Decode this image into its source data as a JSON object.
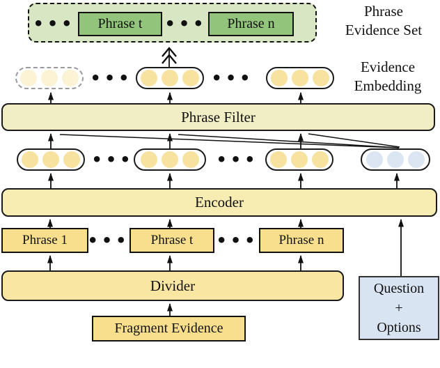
{
  "ellipsis": "•••",
  "labels": {
    "phrase_evidence_set": [
      "Phrase",
      "Evidence Set"
    ],
    "evidence_embedding": [
      "Evidence",
      "Embedding"
    ]
  },
  "nodes": {
    "top_phrase_t": "Phrase t",
    "top_phrase_n": "Phrase n",
    "phrase_filter": "Phrase  Filter",
    "encoder": "Encoder",
    "phrase_1": "Phrase 1",
    "phrase_t": "Phrase t",
    "phrase_n": "Phrase n",
    "divider": "Divider",
    "fragment_evidence": "Fragment Evidence",
    "question_options": [
      "Question",
      "+",
      "Options"
    ]
  },
  "colors": {
    "evidence_set_container": "#d9e6c4",
    "evidence_set_node": "#92c47c",
    "phrase_filter_bar": "#f1edc4",
    "encoder_bar": "#f7ecb2",
    "divider_bar": "#f8e6a2",
    "phrase_box": "#f8df8d",
    "embedding_circle_yellow": "#f7e2a0",
    "embedding_circle_faded": "#fcf2d4",
    "embedding_circle_blue": "#dbe6f2",
    "question_options_box": "#d8e4f1"
  }
}
